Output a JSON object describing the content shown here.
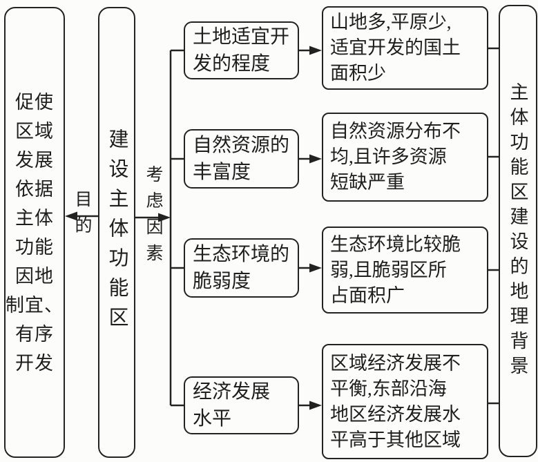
{
  "left_box": {
    "text": "促使\n区域\n发展\n依据\n主体\n功能\n因地\n制宜、\n有序\n开发"
  },
  "purpose_label": "目的",
  "center_box": {
    "text": "建设主体功能区"
  },
  "considerations_label": "考虑因素",
  "rows": [
    {
      "factor": "土地适宜开\n发的程度",
      "description": "山地多,平原少,\n适宜开发的国土\n面积少"
    },
    {
      "factor": "自然资源的\n丰富度",
      "description": "自然资源分布不\n均,且许多资源\n短缺严重"
    },
    {
      "factor": "生态环境的\n脆弱度",
      "description": "生态环境比较脆\n弱,且脆弱区所\n占面积广"
    },
    {
      "factor": "经济发展\n水平",
      "description": "区域经济发展不\n平衡,东部沿海\n地区经济发展水\n平高于其他区域"
    }
  ],
  "right_box": {
    "text": "主体功能区建设的地理背景"
  },
  "colors": {
    "ink": "#222222",
    "background": "#fcfcfa"
  }
}
